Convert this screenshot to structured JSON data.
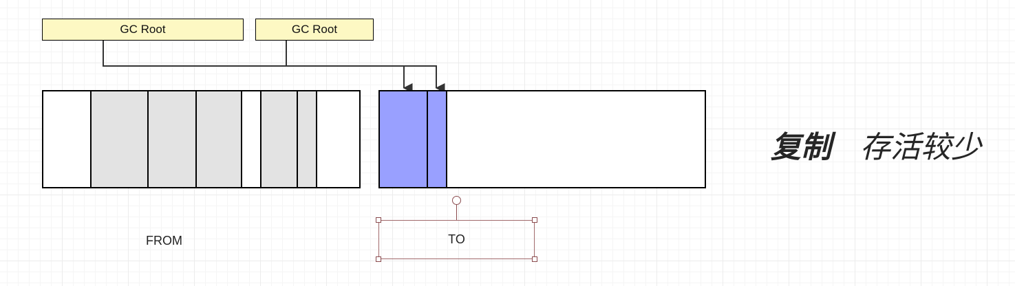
{
  "gc_roots": [
    {
      "label": "GC Root"
    },
    {
      "label": "GC Root"
    }
  ],
  "from_space": {
    "label": "FROM",
    "cells": [
      {
        "state": "empty",
        "span": 70
      },
      {
        "state": "live",
        "span": 84
      },
      {
        "state": "live",
        "span": 70
      },
      {
        "state": "live",
        "span": 66
      },
      {
        "state": "empty",
        "span": 28
      },
      {
        "state": "live",
        "span": 54
      },
      {
        "state": "live",
        "span": 28
      },
      {
        "state": "empty",
        "span": 61
      }
    ]
  },
  "to_space": {
    "label": "TO",
    "cells": [
      {
        "state": "copied",
        "span": 70
      },
      {
        "state": "copied",
        "span": 28
      },
      {
        "state": "empty",
        "span": 374
      }
    ]
  },
  "caption": {
    "bold_text": "复制",
    "text": "存活较少"
  },
  "colors": {
    "root_fill": "#fdf8c3",
    "live_fill": "#e3e3e3",
    "copied_fill": "#99a0ff",
    "selection_stroke": "#8a4a4d"
  }
}
